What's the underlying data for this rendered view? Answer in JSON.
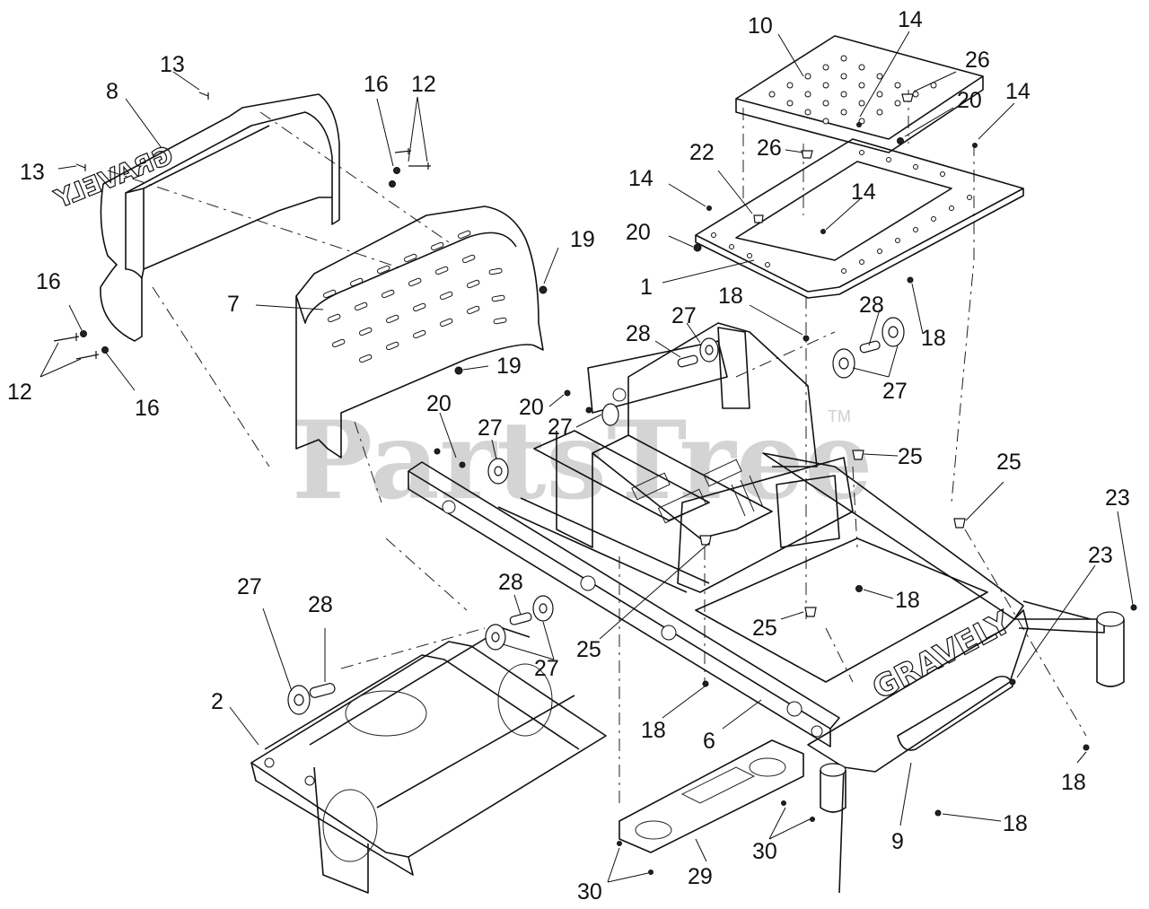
{
  "watermark": {
    "text": "PartsTree",
    "tm": "TM"
  },
  "brand_marks": {
    "front_bumper": "GRAVELY",
    "rear_guard": "GRAVELY"
  },
  "callouts": {
    "c10": "10",
    "c14a": "14",
    "c26a": "26",
    "c20a": "20",
    "c14b": "14",
    "c26b": "26",
    "c22": "22",
    "c14c": "14",
    "c14d": "14",
    "c20b": "20",
    "c1": "1",
    "c18a": "18",
    "c18b": "18",
    "c28a": "28",
    "c27a": "27",
    "c28b": "28",
    "c27b": "27",
    "c13a": "13",
    "c8": "8",
    "c16a": "16",
    "c12a": "12",
    "c13b": "13",
    "c19a": "19",
    "c7": "7",
    "c16b": "16",
    "c12b": "12",
    "c16c": "16",
    "c19b": "19",
    "c20c": "20",
    "c20d": "20",
    "c27c": "27",
    "c27d": "27",
    "c25a": "25",
    "c25b": "25",
    "c23a": "23",
    "c23b": "23",
    "c18c": "18",
    "c25c": "25",
    "c25d": "25",
    "c27e": "27",
    "c28c": "28",
    "c28d": "28",
    "c27f": "27",
    "c2": "2",
    "c18d": "18",
    "c6": "6",
    "c18e": "18",
    "c9": "9",
    "c18f": "18",
    "c30a": "30",
    "c29": "29",
    "c30b": "30"
  }
}
